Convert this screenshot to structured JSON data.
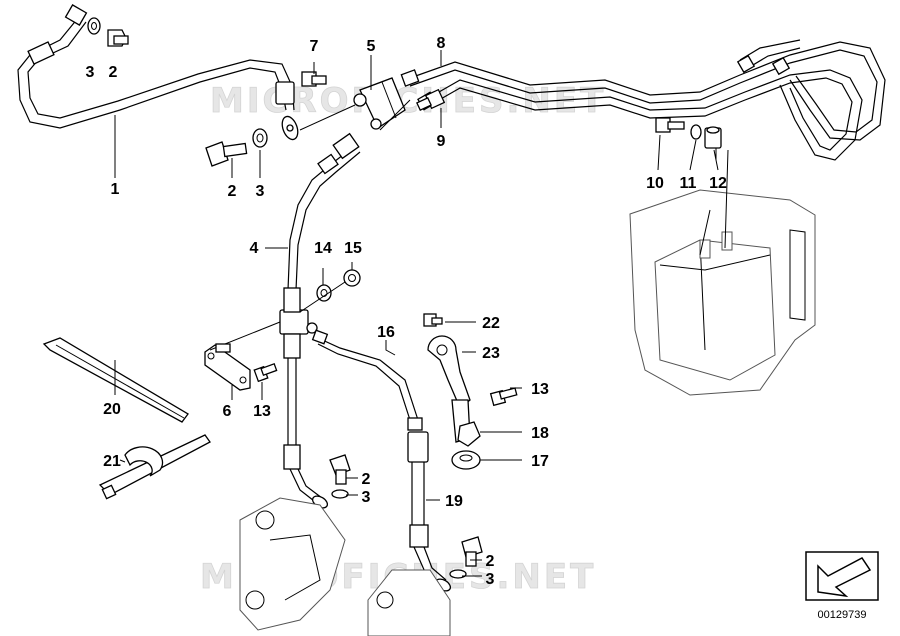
{
  "watermark": "MICROFICHES.NET",
  "reference_number": "00129739",
  "callouts": [
    "1",
    "2",
    "3",
    "4",
    "5",
    "6",
    "7",
    "8",
    "9",
    "10",
    "11",
    "12",
    "13",
    "14",
    "15",
    "16",
    "17",
    "18",
    "19",
    "20",
    "21",
    "22",
    "23"
  ],
  "labels": {
    "l1": "1",
    "l2a": "2",
    "l2b": "2",
    "l2c": "2",
    "l2d": "2",
    "l3a": "3",
    "l3b": "3",
    "l3c": "3",
    "l3d": "3",
    "l4": "4",
    "l5": "5",
    "l6": "6",
    "l7": "7",
    "l8": "8",
    "l9": "9",
    "l10": "10",
    "l11": "11",
    "l12": "12",
    "l13a": "13",
    "l13b": "13",
    "l14": "14",
    "l15": "15",
    "l16": "16",
    "l17": "17",
    "l18": "18",
    "l19": "19",
    "l20": "20",
    "l21": "21",
    "l22": "22",
    "l23": "23"
  },
  "icons": {
    "nav_arrow": "arrow-down-left-icon"
  }
}
